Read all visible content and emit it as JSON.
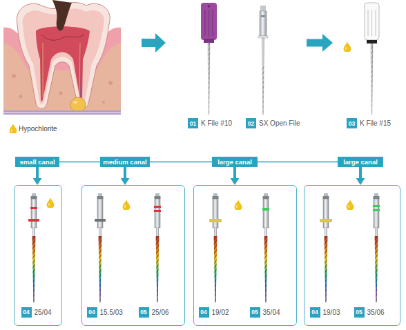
{
  "diagram": {
    "nodes": [
      {
        "text": [
          "01",
          "K File #10"
        ]
      },
      {
        "text": [
          "02",
          "SX Open File"
        ]
      },
      {
        "text": [
          "03",
          "K File #15"
        ]
      },
      {
        "text": [
          "small canal"
        ]
      },
      {
        "text": [
          "medium canal"
        ]
      },
      {
        "text": [
          "large canal"
        ]
      },
      {
        "text": [
          "large canal"
        ]
      },
      {
        "text": []
      },
      {
        "text": [
          "04",
          "25/04"
        ],
        "in": 7
      },
      {
        "text": []
      },
      {
        "text": [
          "04",
          "15.5/03"
        ],
        "in": 9
      },
      {
        "text": [
          "05",
          "25/06"
        ],
        "in": 9
      },
      {
        "text": []
      },
      {
        "text": [
          "04",
          "19/02"
        ],
        "in": 12
      },
      {
        "text": [
          "05",
          "35/04"
        ],
        "in": 12
      },
      {
        "text": []
      },
      {
        "text": [
          "04",
          "19/03"
        ],
        "in": 15
      },
      {
        "text": [
          "05",
          "35/06"
        ],
        "in": 15
      }
    ],
    "edges": [
      {
        "from": 1,
        "to": 2,
        "arrow": "to"
      },
      {
        "from": 3,
        "to": 4,
        "arrow": "none"
      },
      {
        "from": 4,
        "to": 5,
        "arrow": "none"
      },
      {
        "from": 5,
        "to": 6,
        "arrow": "none"
      },
      {
        "from": 3,
        "to": 7,
        "arrow": "to"
      },
      {
        "from": 4,
        "to": 9,
        "arrow": "to"
      },
      {
        "from": 5,
        "to": 12,
        "arrow": "to"
      },
      {
        "from": 6,
        "to": 15,
        "arrow": "to"
      }
    ],
    "legend": [
      {
        "text": "Hypochlorite"
      }
    ]
  }
}
